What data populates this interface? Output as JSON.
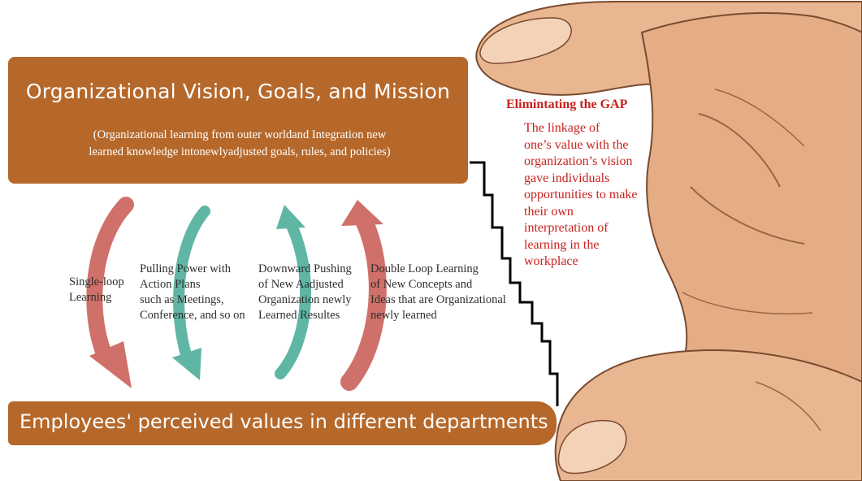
{
  "top_box": {
    "title": "Organizational Vision, Goals, and Mission",
    "subtitle_line1": "(Organizational learning from outer worldand Integration new",
    "subtitle_line2": "learned knowledge intonewlyadjusted goals, rules, and policies)"
  },
  "bottom_box": {
    "title": "Employees' perceived values in different departments"
  },
  "loops": [
    {
      "lines": [
        "Single-loop",
        "Learning"
      ],
      "color": "#d0706a",
      "direction": "down"
    },
    {
      "lines": [
        "Pulling Power with",
        "Action Plans",
        "such as Meetings,",
        "Conference, and so on"
      ],
      "color": "#5fb6a5",
      "direction": "down"
    },
    {
      "lines": [
        "Downward Pushing",
        "of New Aadjusted",
        "Organization newly",
        "Learned Resultes"
      ],
      "color": "#5fb6a5",
      "direction": "up"
    },
    {
      "lines": [
        "Double Loop Learning",
        "of New Concepts and",
        "Ideas that are Organizational",
        "newly learned"
      ],
      "color": "#d0706a",
      "direction": "up"
    }
  ],
  "gap": {
    "title": "Elimintating the GAP",
    "lines": [
      "The linkage of",
      "one’s value with the",
      "organization’s vision",
      "gave individuals",
      "opportunities to make",
      "their own",
      "interpretation of",
      "learning in the",
      "workplace"
    ]
  },
  "colors": {
    "box": "#b5682a",
    "coral_arrow": "#d0706a",
    "teal_arrow": "#5fb6a5",
    "gap_text": "#c8211e",
    "hand_skin": "#e6b48c",
    "hand_outline": "#7a4a2e",
    "stair": "#000000"
  },
  "icons": {
    "hand": "pinching-hand-illustration",
    "stairs": "staircase-line",
    "arrows": "curved-arrow"
  }
}
